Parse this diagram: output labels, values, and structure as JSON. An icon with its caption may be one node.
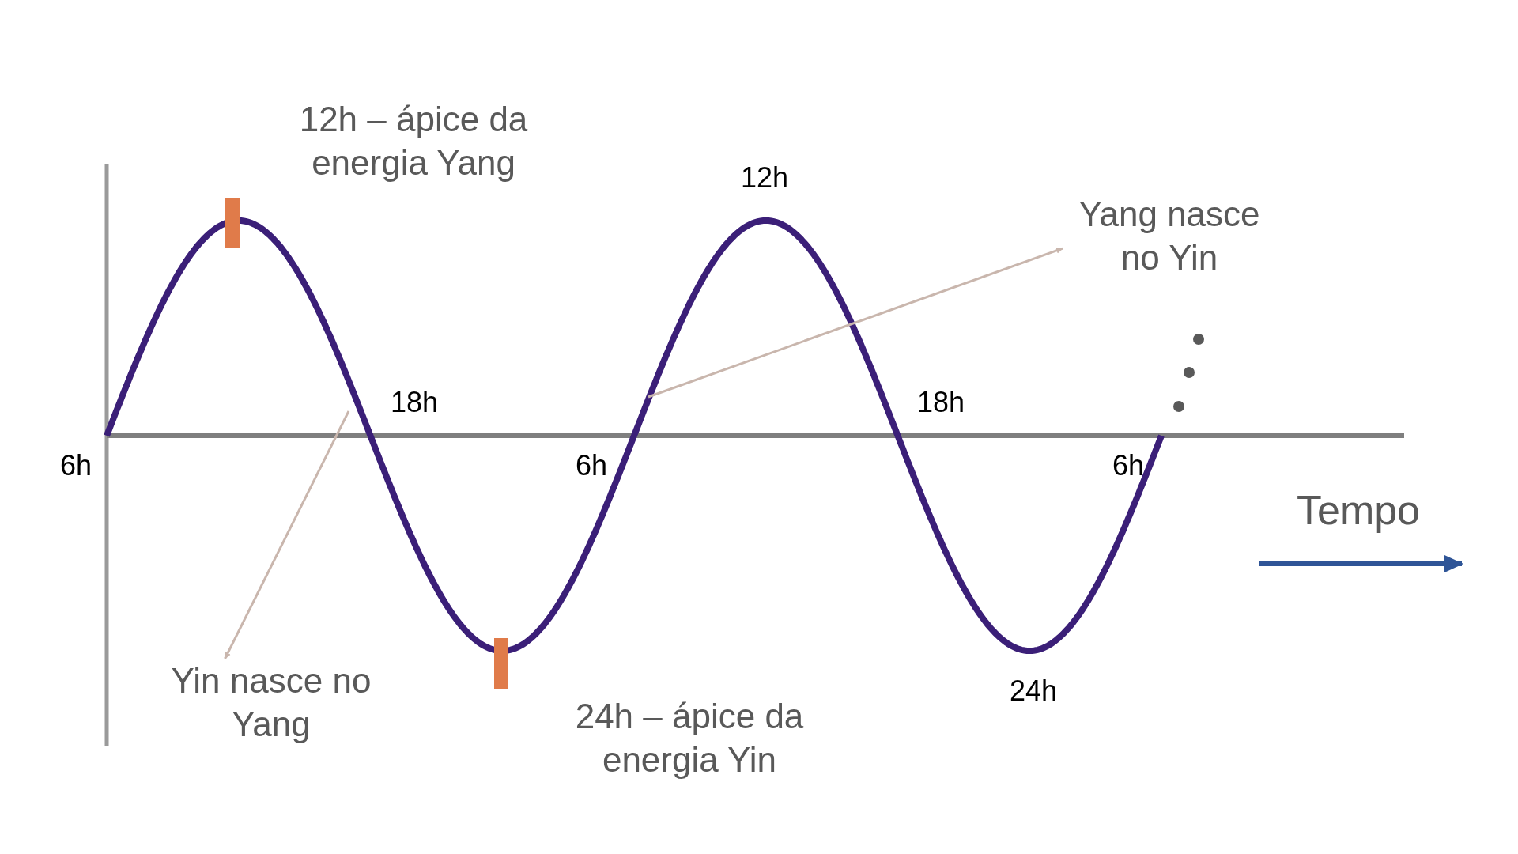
{
  "diagram": {
    "nodes": [
      {
        "text": [
          "Yang nasce no Yin"
        ]
      },
      {
        "text": [
          "Yin nasce no Yang"
        ]
      }
    ],
    "edges": [
      {
        "from": null,
        "to": 0,
        "arrow": "to"
      },
      {
        "from": null,
        "to": 1,
        "arrow": "to"
      }
    ],
    "labels": [
      "12h – ápice da energia Yang",
      "12h",
      "18h",
      "18h",
      "6h",
      "6h",
      "6h",
      "Tempo",
      "24h – ápice da energia Yin",
      "24h"
    ]
  }
}
